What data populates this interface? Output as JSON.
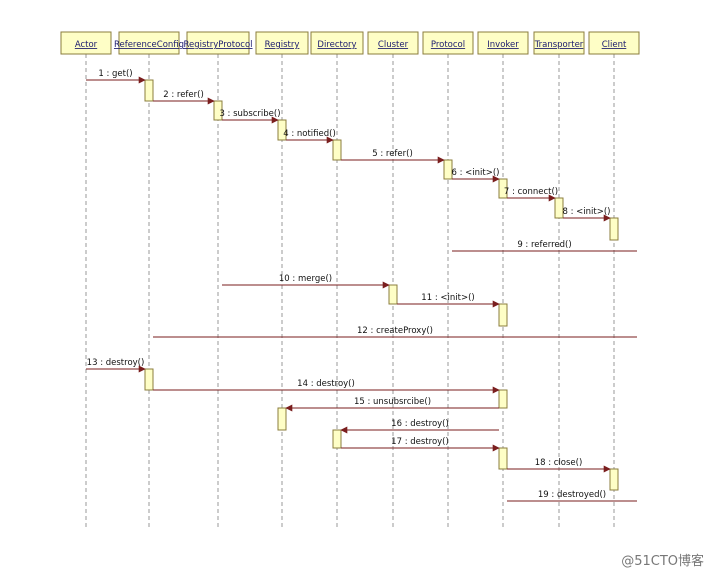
{
  "colors": {
    "box_fill": "#fefec6",
    "box_stroke": "#8b7d3c",
    "lifeline": "#9a9a9a",
    "message": "#7a1e1e",
    "page_bg": "#ffffff"
  },
  "participants": [
    {
      "id": "actor",
      "name": "Actor"
    },
    {
      "id": "refconfig",
      "name": "ReferenceConfig"
    },
    {
      "id": "regprotocol",
      "name": "RegistryProtocol"
    },
    {
      "id": "registry",
      "name": "Registry"
    },
    {
      "id": "directory",
      "name": "Directory"
    },
    {
      "id": "cluster",
      "name": "Cluster"
    },
    {
      "id": "protocol",
      "name": "Protocol"
    },
    {
      "id": "invoker",
      "name": "Invoker"
    },
    {
      "id": "transporter",
      "name": "Transporter"
    },
    {
      "id": "client",
      "name": "Client"
    }
  ],
  "messages": [
    {
      "n": 1,
      "label": "1 : get()",
      "from": "actor",
      "to": "refconfig"
    },
    {
      "n": 2,
      "label": "2 : refer()",
      "from": "refconfig",
      "to": "regprotocol"
    },
    {
      "n": 3,
      "label": "3 : subscribe()",
      "from": "regprotocol",
      "to": "registry"
    },
    {
      "n": 4,
      "label": "4 : notified()",
      "from": "registry",
      "to": "directory"
    },
    {
      "n": 5,
      "label": "5 : refer()",
      "from": "directory",
      "to": "protocol"
    },
    {
      "n": 6,
      "label": "6 : <init>()",
      "from": "protocol",
      "to": "invoker"
    },
    {
      "n": 7,
      "label": "7 : connect()",
      "from": "invoker",
      "to": "transporter"
    },
    {
      "n": 8,
      "label": "8 : <init>()",
      "from": "transporter",
      "to": "client"
    },
    {
      "n": 9,
      "label": "9 : referred()",
      "from": "client",
      "to": "protocol",
      "kind": "return"
    },
    {
      "n": 10,
      "label": "10 : merge()",
      "from": "regprotocol",
      "to": "cluster"
    },
    {
      "n": 11,
      "label": "11 : <init>()",
      "from": "cluster",
      "to": "invoker"
    },
    {
      "n": 12,
      "label": "12 : createProxy()",
      "from": "client",
      "to": "refconfig",
      "kind": "return"
    },
    {
      "n": 13,
      "label": "13 : destroy()",
      "from": "actor",
      "to": "refconfig"
    },
    {
      "n": 14,
      "label": "14 : destroy()",
      "from": "refconfig",
      "to": "invoker"
    },
    {
      "n": 15,
      "label": "15 : unsubsrcibe()",
      "from": "invoker",
      "to": "registry"
    },
    {
      "n": 16,
      "label": "16 : destroy()",
      "from": "invoker",
      "to": "directory"
    },
    {
      "n": 17,
      "label": "17 : destroy()",
      "from": "directory",
      "to": "invoker"
    },
    {
      "n": 18,
      "label": "18 : close()",
      "from": "invoker",
      "to": "client"
    },
    {
      "n": 19,
      "label": "19 : destroyed()",
      "from": "client",
      "to": "invoker",
      "kind": "return"
    }
  ],
  "watermark": "@51CTO博客"
}
